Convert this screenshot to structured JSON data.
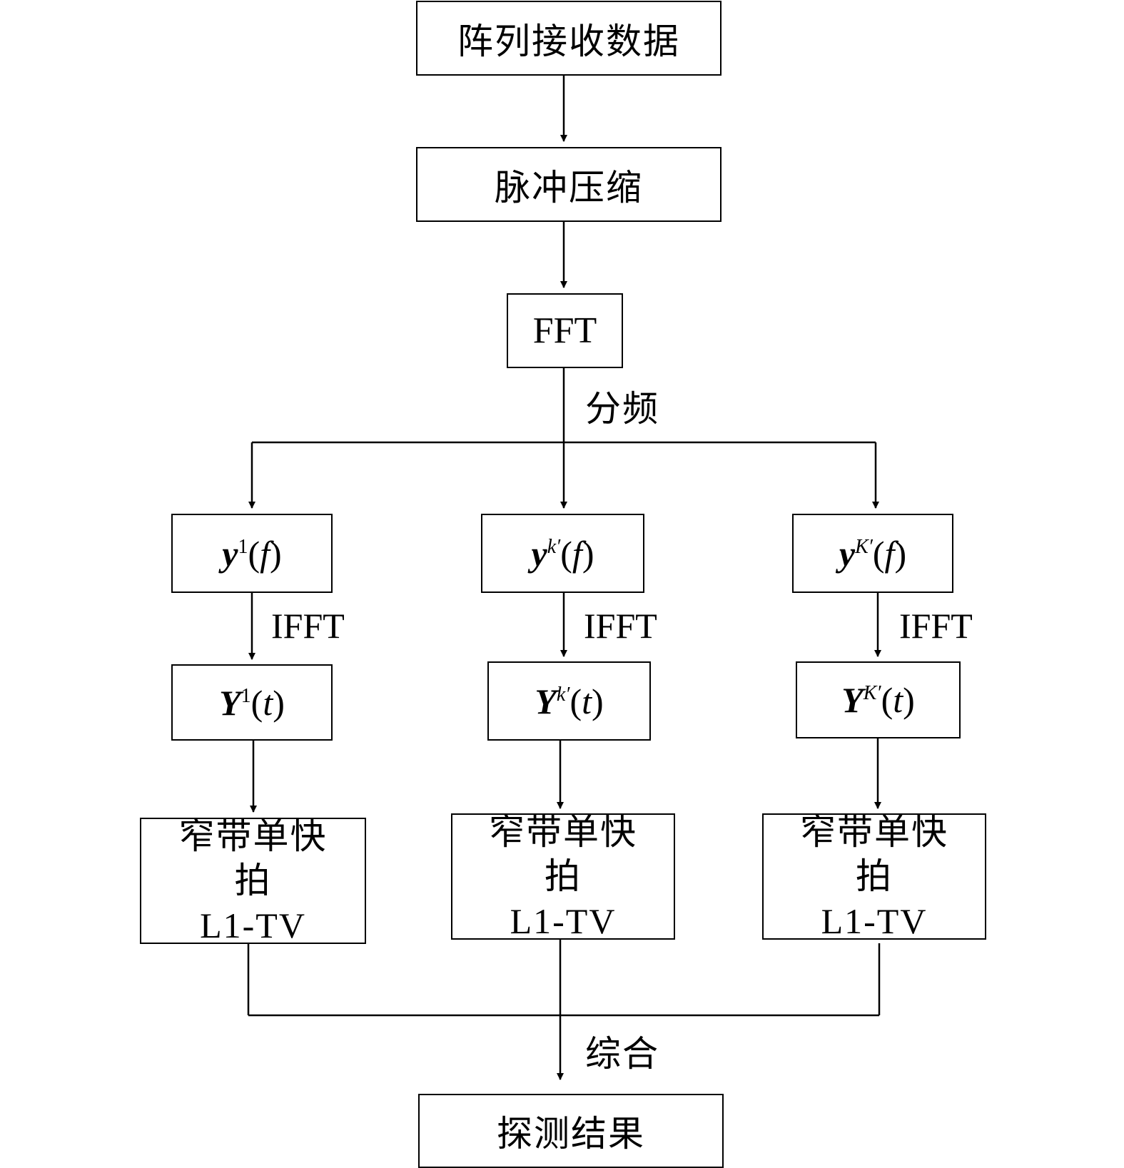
{
  "nodes": {
    "input": "阵列接收数据",
    "pulse": "脉冲压缩",
    "fft": "FFT",
    "band1": {
      "sym": "y",
      "sup": "1",
      "arg": "f"
    },
    "bandk": {
      "sym": "y",
      "sup": "k′",
      "arg": "f"
    },
    "bandK": {
      "sym": "y",
      "sup": "K′",
      "arg": "f"
    },
    "time1": {
      "sym": "Y",
      "sup": "1",
      "arg": "t"
    },
    "timek": {
      "sym": "Y",
      "sup": "k′",
      "arg": "t"
    },
    "timeK": {
      "sym": "Y",
      "sup": "K′",
      "arg": "t"
    },
    "nb_line1": "窄带单快",
    "nb_line2_prefix": "拍",
    "nb_line2_method": "L1-TV",
    "result": "探测结果"
  },
  "edge_labels": {
    "split": "分频",
    "ifft": "IFFT",
    "combine": "综合"
  }
}
